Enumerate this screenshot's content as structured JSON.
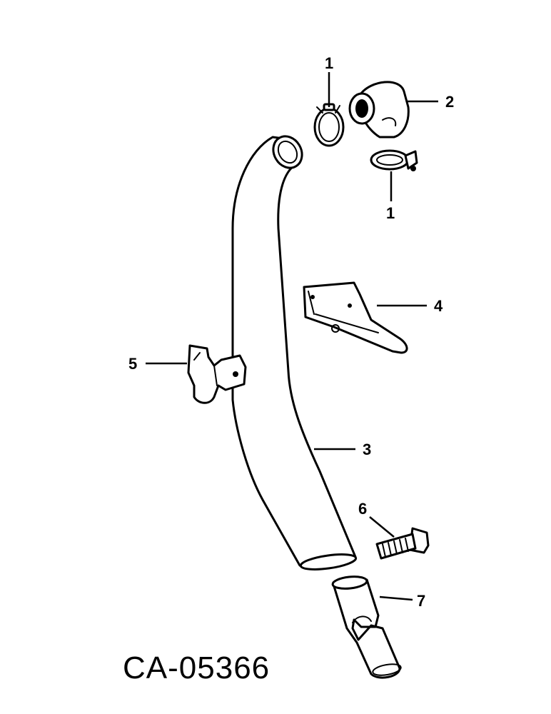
{
  "callouts": {
    "clamp_top": "1",
    "clamp_bottom": "1",
    "elbow": "2",
    "pipe": "3",
    "bracket": "4",
    "pipe_clamp": "5",
    "screw": "6",
    "connector": "7"
  },
  "figure_code": "CA-05366"
}
